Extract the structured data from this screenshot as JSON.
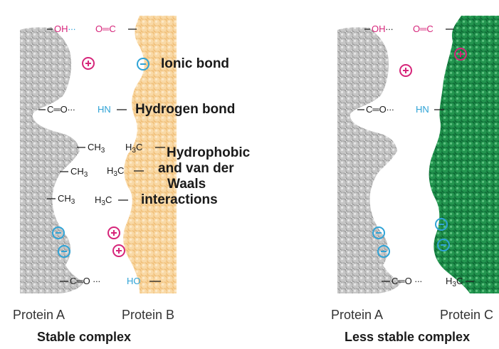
{
  "panels": {
    "stable": {
      "caption": "Stable complex",
      "protein_a_label": "Protein A",
      "protein_b_label": "Protein B",
      "protein_b_color": "#f5cc8a",
      "interactions": {
        "ionic": "Ionic bond",
        "hydrogen": "Hydrogen bond",
        "hydrophobic_line1": "Hydrophobic",
        "hydrophobic_line2": "and van der",
        "hydrophobic_line3": "Waals",
        "hydrophobic_line4": "interactions"
      },
      "groups": {
        "oh": "OH",
        "o_eq_c": "O═C",
        "c_eq_o": "C═O",
        "hn": "HN",
        "ch3": "CH",
        "h3c": "H",
        "ho": "HO",
        "sub3": "3"
      }
    },
    "less_stable": {
      "caption": "Less stable complex",
      "protein_a_label": "Protein A",
      "protein_b_label": "Protein C",
      "protein_b_color": "#1f8a4c"
    }
  },
  "colors": {
    "protein_a": "#a8a8a8",
    "positive_charge": "#d6257a",
    "negative_charge": "#2fa3d6",
    "hydrogen_atom": "#2fa3d6",
    "oxygen_atom": "#d6257a"
  }
}
